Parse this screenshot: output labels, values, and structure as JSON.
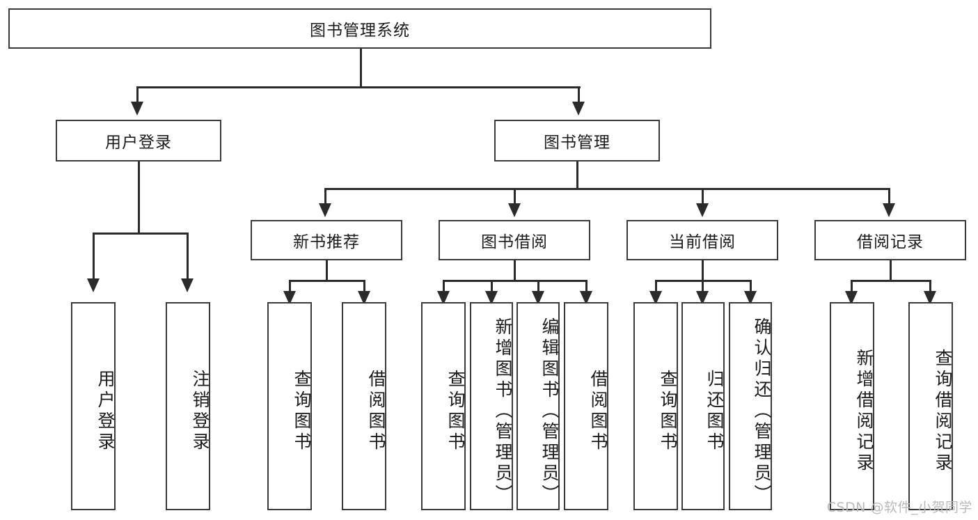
{
  "diagram": {
    "type": "tree",
    "title": "图书管理系统",
    "root": {
      "label": "图书管理系统"
    },
    "level2": [
      {
        "label": "用户登录"
      },
      {
        "label": "图书管理"
      }
    ],
    "level3": [
      {
        "label": "新书推荐"
      },
      {
        "label": "图书借阅"
      },
      {
        "label": "当前借阅"
      },
      {
        "label": "借阅记录"
      }
    ],
    "leaves": {
      "user_login": [
        {
          "label": "用户登录"
        },
        {
          "label": "注销登录"
        }
      ],
      "new_book_recommend": [
        {
          "label": "查询图书"
        },
        {
          "label": "借阅图书"
        }
      ],
      "book_borrow": [
        {
          "label": "查询图书"
        },
        {
          "label": "新增图书（管理员）"
        },
        {
          "label": "编辑图书（管理员）"
        },
        {
          "label": "借阅图书"
        }
      ],
      "current_borrow": [
        {
          "label": "查询图书"
        },
        {
          "label": "归还图书"
        },
        {
          "label": "确认归还（管理员）"
        }
      ],
      "borrow_record": [
        {
          "label": "新增借阅记录"
        },
        {
          "label": "查询借阅记录"
        }
      ]
    }
  },
  "watermark": {
    "text": "CSDN @软件_小贺同学"
  },
  "colors": {
    "border": "#3a3a3a",
    "line": "#2b2b2b",
    "text": "#1a1a1a",
    "background": "#ffffff",
    "watermark": "#b9b9b9"
  }
}
